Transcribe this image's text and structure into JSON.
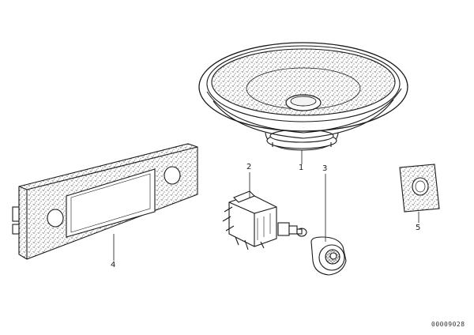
{
  "callouts": {
    "one": "1",
    "two": "2",
    "three": "3",
    "four": "4",
    "five": "5"
  },
  "document_number": "00009028",
  "colors": {
    "line": "#1a1a1a",
    "speckle": "#444444",
    "background": "#ffffff"
  }
}
